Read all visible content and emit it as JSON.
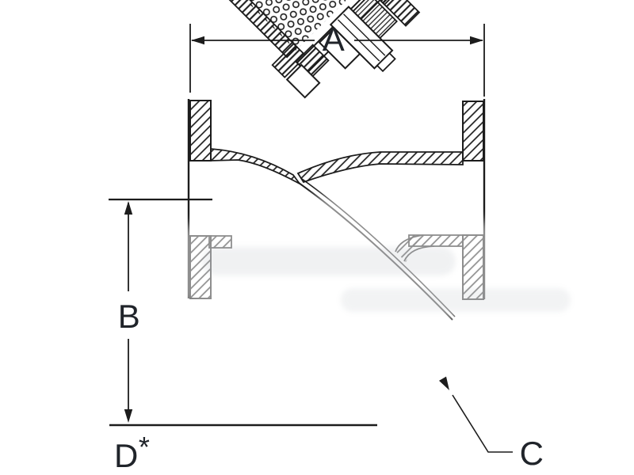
{
  "figure": {
    "type": "technical dimensional drawing",
    "subject": "Y-strainer valve cross-section",
    "colors": {
      "background": "#ffffff",
      "line": "#1c1c1c",
      "label": "#20242a"
    },
    "dimension_labels": {
      "a": "A",
      "b": "B",
      "c": "C",
      "d_letter": "D",
      "d_star": "*"
    }
  }
}
